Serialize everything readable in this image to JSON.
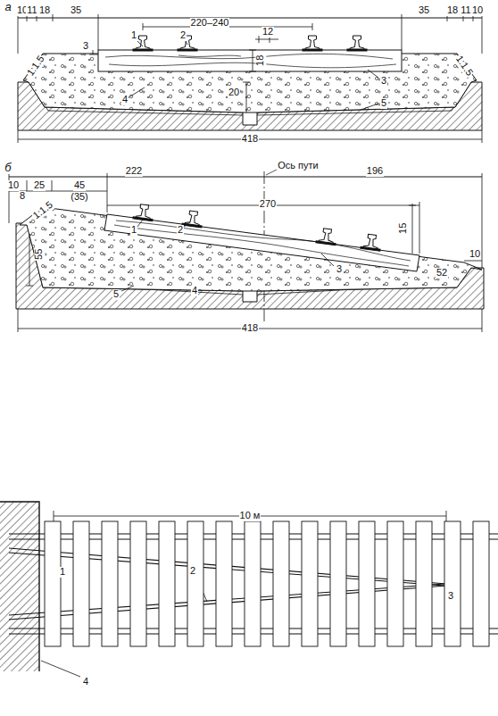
{
  "diagram": {
    "labels": [
      "а",
      "10",
      "11",
      "18",
      "35",
      "220–240",
      "35",
      "18",
      "11",
      "10",
      "1",
      "2",
      "3",
      "12",
      "18",
      "1:1.5",
      "1:1.5",
      "20",
      "3",
      "4",
      "5",
      "418",
      "б",
      "222",
      "Ось пути",
      "196",
      "10",
      "8",
      "25",
      "45",
      "(35)",
      "270",
      "1:1.5",
      "1",
      "2",
      "15",
      "55",
      "52",
      "10",
      "3",
      "5",
      "4",
      "418",
      "10 м",
      "1",
      "2",
      "3",
      "4"
    ]
  }
}
